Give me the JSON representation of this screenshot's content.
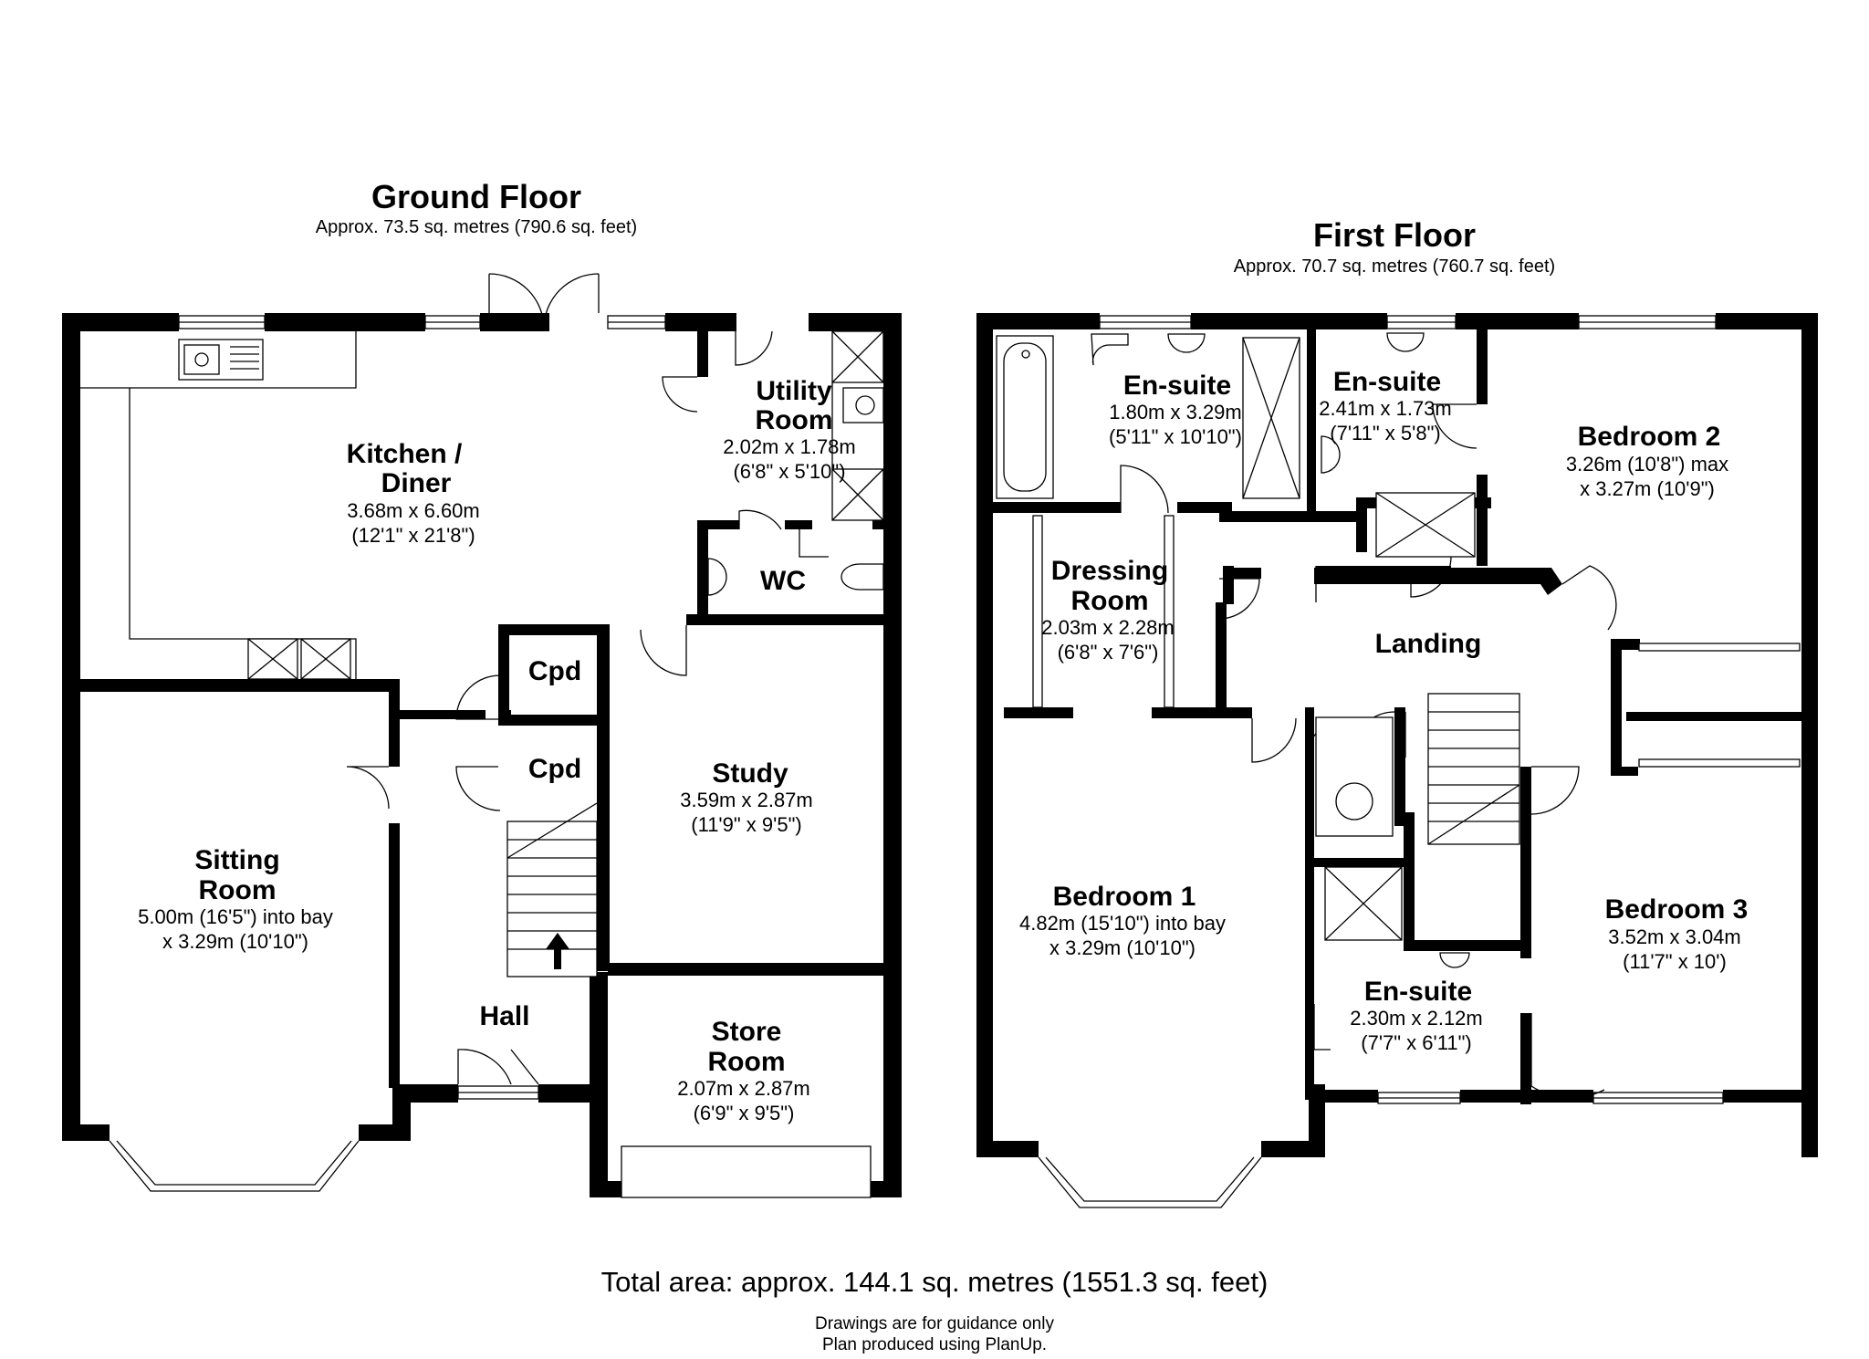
{
  "ground_floor": {
    "title": "Ground Floor",
    "area": "Approx. 73.5 sq. metres (790.6 sq. feet)",
    "rooms": {
      "kitchen": {
        "name1": "Kitchen /",
        "name2": "Diner",
        "dim1": "3.68m x 6.60m",
        "dim2": "(12'1\" x 21'8\")"
      },
      "utility": {
        "name1": "Utility",
        "name2": "Room",
        "dim1": "2.02m x 1.78m",
        "dim2": "(6'8\" x 5'10\")"
      },
      "wc": {
        "name": "WC"
      },
      "cpd1": {
        "name": "Cpd"
      },
      "cpd2": {
        "name": "Cpd"
      },
      "sitting": {
        "name1": "Sitting",
        "name2": "Room",
        "dim1": "5.00m (16'5\") into bay",
        "dim2": "x 3.29m (10'10\")"
      },
      "study": {
        "name": "Study",
        "dim1": "3.59m x 2.87m",
        "dim2": "(11'9\" x 9'5\")"
      },
      "hall": {
        "name": "Hall"
      },
      "store": {
        "name1": "Store",
        "name2": "Room",
        "dim1": "2.07m x 2.87m",
        "dim2": "(6'9\" x 9'5\")"
      }
    }
  },
  "first_floor": {
    "title": "First Floor",
    "area": "Approx. 70.7 sq. metres (760.7 sq. feet)",
    "rooms": {
      "ensuite1": {
        "name": "En-suite",
        "dim1": "1.80m x 3.29m",
        "dim2": "(5'11\" x 10'10\")"
      },
      "ensuite2": {
        "name": "En-suite",
        "dim1": "2.41m x 1.73m",
        "dim2": "(7'11\" x 5'8\")"
      },
      "bedroom2": {
        "name": "Bedroom 2",
        "dim1": "3.26m (10'8\") max",
        "dim2": "x 3.27m (10'9\")"
      },
      "dressing": {
        "name1": "Dressing",
        "name2": "Room",
        "dim1": "2.03m x 2.28m",
        "dim2": "(6'8\" x 7'6\")"
      },
      "landing": {
        "name": "Landing"
      },
      "bedroom1": {
        "name": "Bedroom 1",
        "dim1": "4.82m (15'10\") into bay",
        "dim2": "x 3.29m (10'10\")"
      },
      "bedroom3": {
        "name": "Bedroom 3",
        "dim1": "3.52m x 3.04m",
        "dim2": "(11'7\" x 10')"
      },
      "ensuite3": {
        "name": "En-suite",
        "dim1": "2.30m x 2.12m",
        "dim2": "(7'7\" x 6'11\")"
      }
    }
  },
  "footer": {
    "total": "Total area: approx. 144.1 sq. metres (1551.3 sq. feet)",
    "note1": "Drawings are for guidance only",
    "note2": "Plan produced using PlanUp."
  }
}
